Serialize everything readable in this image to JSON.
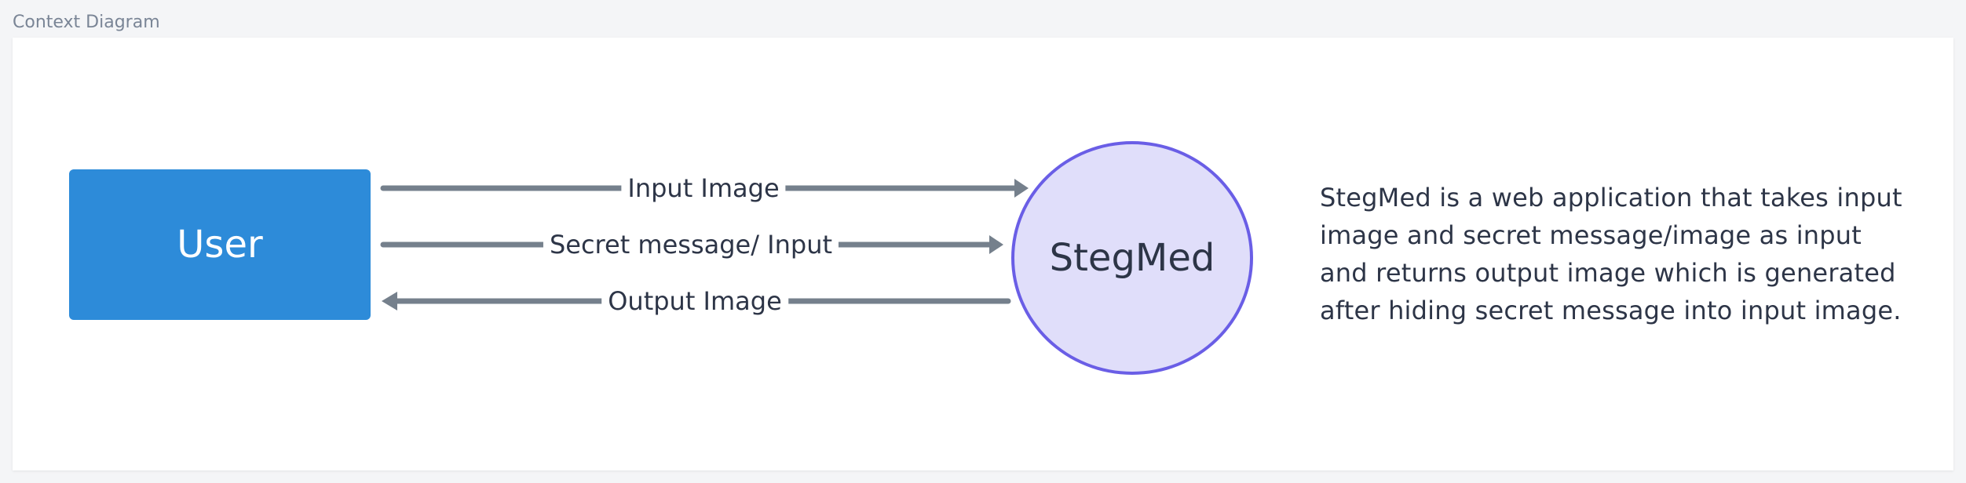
{
  "page_label": "Context Diagram",
  "diagram": {
    "entity": {
      "label": "User",
      "color": "#2d8bd9"
    },
    "system": {
      "label": "StegMed",
      "fill": "#e0defa",
      "stroke": "#6a5ee6"
    },
    "flows": [
      {
        "label": "Input Image",
        "direction": "to-system"
      },
      {
        "label": "Secret message/ Input",
        "direction": "to-system"
      },
      {
        "label": "Output Image",
        "direction": "to-entity"
      }
    ],
    "arrow_color": "#75808c"
  },
  "description": "StegMed is a web application that takes input image and secret message/image as input and returns output image which is generated after hiding secret message into input image."
}
